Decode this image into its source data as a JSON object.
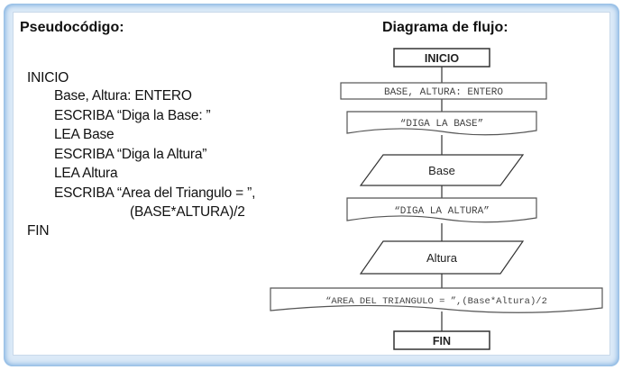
{
  "pseudocode": {
    "heading": "Pseudocódigo:",
    "lines": [
      "INICIO",
      "Base, Altura: ENTERO",
      "ESCRIBA “Diga la Base: ”",
      "LEA Base",
      "ESCRIBA “Diga la Altura”",
      "LEA Altura",
      "ESCRIBA “Area del Triangulo = ”,",
      "(BASE*ALTURA)/2",
      "FIN"
    ]
  },
  "flowchart": {
    "heading": "Diagrama de flujo:",
    "nodes": [
      {
        "id": "start",
        "shape": "terminal",
        "label": "INICIO"
      },
      {
        "id": "declare",
        "shape": "process",
        "label": "BASE, ALTURA: ENTERO"
      },
      {
        "id": "print_base",
        "shape": "display",
        "label": "“DIGA LA BASE”"
      },
      {
        "id": "read_base",
        "shape": "input",
        "label": "Base"
      },
      {
        "id": "print_height",
        "shape": "display",
        "label": "“DIGA LA ALTURA”"
      },
      {
        "id": "read_height",
        "shape": "input",
        "label": "Altura"
      },
      {
        "id": "print_area",
        "shape": "display",
        "label": "“AREA DEL TRIANGULO = ”,(Base*Altura)/2"
      },
      {
        "id": "end",
        "shape": "terminal",
        "label": "FIN"
      }
    ],
    "colors": {
      "stroke": "#333333",
      "text": "#222222",
      "fill": "#ffffff"
    }
  }
}
